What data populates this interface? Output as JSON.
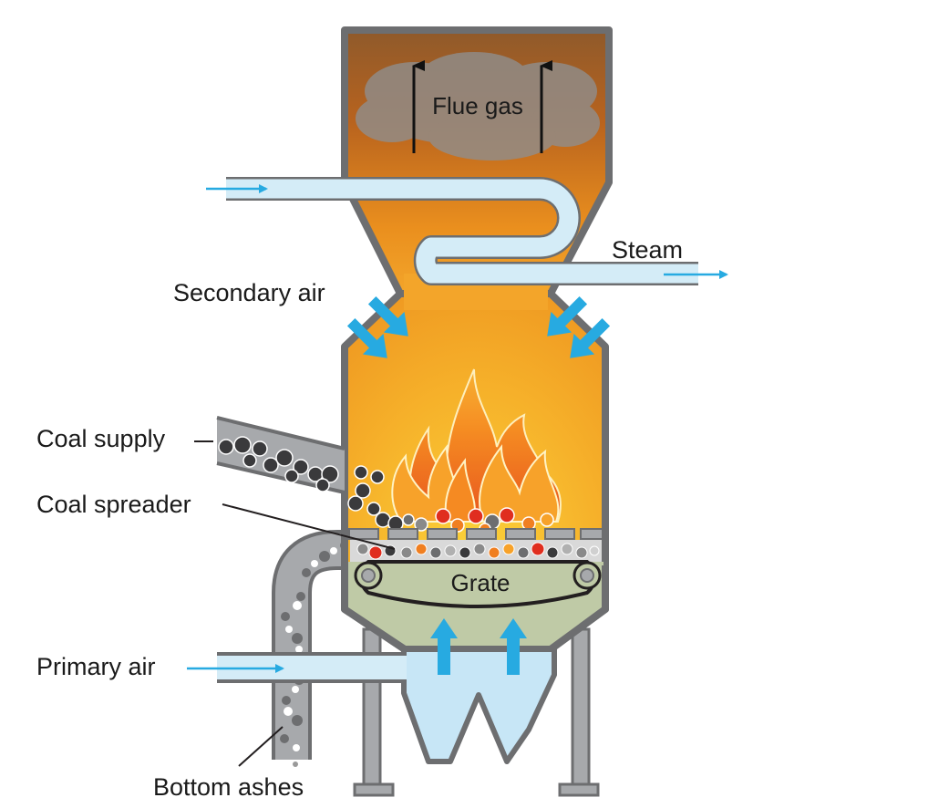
{
  "labels": {
    "flue_gas": "Flue gas",
    "steam": "Steam",
    "secondary_air": "Secondary air",
    "coal_supply": "Coal supply",
    "coal_spreader": "Coal spreader",
    "grate": "Grate",
    "primary_air": "Primary air",
    "bottom_ashes": "Bottom ashes"
  },
  "colors": {
    "wall": "#6d6e70",
    "wall_fill": "#a7a9ac",
    "flue_top": "#8f5a2b",
    "flue_mid": "#e8891c",
    "chamber": "#f5b324",
    "water_pipe": "#d4ecf7",
    "air_arrow": "#27aae1",
    "grate_body": "#bfcaa6",
    "hopper": "#c7e6f6",
    "coal": "#3a3a3c",
    "flame": "#f07f21"
  }
}
